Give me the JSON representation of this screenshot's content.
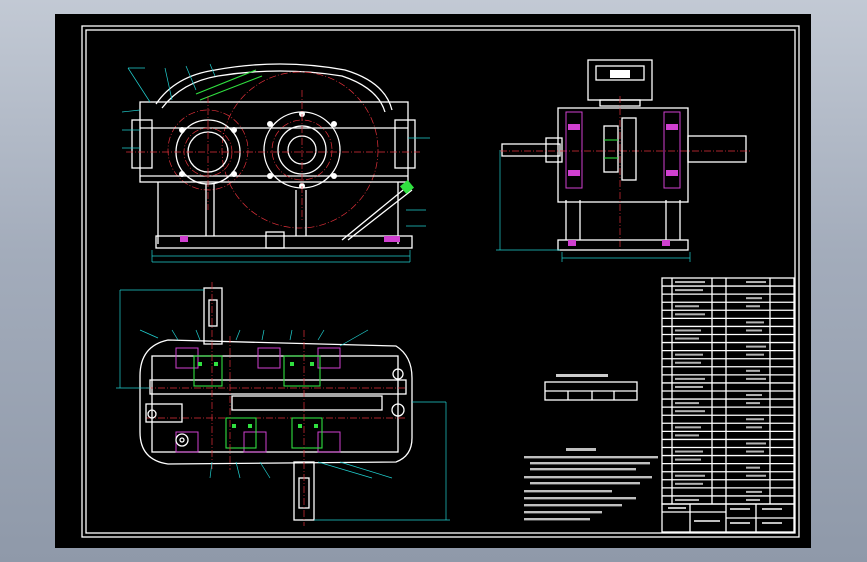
{
  "colors": {
    "background": "#a5aebd",
    "sheet": "#000000",
    "outline": "#ffffff",
    "centerline": "#e0303a",
    "dimension": "#20d0d0",
    "gear_mesh": "#30e040",
    "bearing": "#d040d0"
  },
  "views": [
    {
      "name": "front-view",
      "type": "gearbox elevation"
    },
    {
      "name": "side-view",
      "type": "gearbox side section"
    },
    {
      "name": "top-view",
      "type": "gearbox plan section"
    }
  ],
  "parts_table": {
    "rows": 28,
    "columns": 7
  }
}
